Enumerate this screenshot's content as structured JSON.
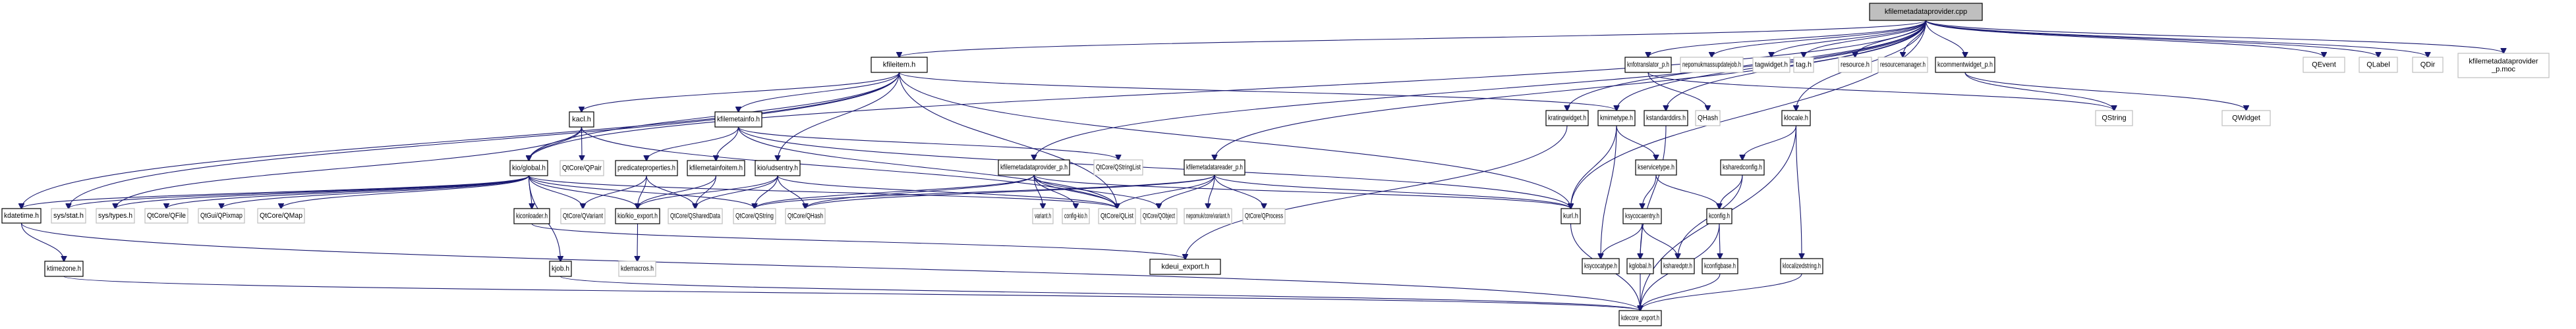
{
  "title": "kfilemetadataprovider.cpp include dependency graph",
  "colors": {
    "edge": "#191970",
    "root_fill": "#bfbfbf",
    "documented_border": "#000000",
    "external_border": "#bfbfbf"
  },
  "nodes": [
    {
      "id": "root",
      "label": "kfilemetadataprovider.cpp",
      "kind": "root"
    },
    {
      "id": "kfileitem",
      "label": "kfileitem.h",
      "kind": "doc"
    },
    {
      "id": "knfotranslator",
      "label": "knfotranslator_p.h",
      "kind": "doc"
    },
    {
      "id": "nepomukmassupdatejob",
      "label": "nepomukmassupdatejob.h",
      "kind": "ext"
    },
    {
      "id": "tagwidget",
      "label": "tagwidget.h",
      "kind": "ext"
    },
    {
      "id": "tag",
      "label": "tag.h",
      "kind": "ext"
    },
    {
      "id": "resource",
      "label": "resource.h",
      "kind": "ext"
    },
    {
      "id": "resourcemanager",
      "label": "resourcemanager.h",
      "kind": "ext"
    },
    {
      "id": "kcommentwidget",
      "label": "kcommentwidget_p.h",
      "kind": "doc"
    },
    {
      "id": "QEvent",
      "label": "QEvent",
      "kind": "ext"
    },
    {
      "id": "QLabel",
      "label": "QLabel",
      "kind": "ext"
    },
    {
      "id": "QDir",
      "label": "QDir",
      "kind": "ext"
    },
    {
      "id": "moc",
      "label": "kfilemetadataprovider\n_p.moc",
      "kind": "ext"
    },
    {
      "id": "kacl",
      "label": "kacl.h",
      "kind": "doc"
    },
    {
      "id": "kfilemetainfo",
      "label": "kfilemetainfo.h",
      "kind": "doc"
    },
    {
      "id": "kratingwidget",
      "label": "kratingwidget.h",
      "kind": "doc"
    },
    {
      "id": "kmimetype",
      "label": "kmimetype.h",
      "kind": "doc"
    },
    {
      "id": "kstandarddirs",
      "label": "kstandarddirs.h",
      "kind": "doc"
    },
    {
      "id": "QHash",
      "label": "QHash",
      "kind": "ext"
    },
    {
      "id": "klocale",
      "label": "klocale.h",
      "kind": "doc"
    },
    {
      "id": "QString",
      "label": "QString",
      "kind": "ext"
    },
    {
      "id": "QWidget",
      "label": "QWidget",
      "kind": "ext"
    },
    {
      "id": "kioglobal",
      "label": "kio/global.h",
      "kind": "doc"
    },
    {
      "id": "QPair",
      "label": "QtCore/QPair",
      "kind": "ext"
    },
    {
      "id": "predicateproperties",
      "label": "predicateproperties.h",
      "kind": "doc"
    },
    {
      "id": "kfilemetainfoitem",
      "label": "kfilemetainfoitem.h",
      "kind": "doc"
    },
    {
      "id": "udsentry",
      "label": "kio/udsentry.h",
      "kind": "doc"
    },
    {
      "id": "kfmdp_p",
      "label": "kfilemetadataprovider_p.h",
      "kind": "doc"
    },
    {
      "id": "QStringList",
      "label": "QtCore/QStringList",
      "kind": "ext"
    },
    {
      "id": "kfmdr_p",
      "label": "kfilemetadatareader_p.h",
      "kind": "doc"
    },
    {
      "id": "kservicetype",
      "label": "kservicetype.h",
      "kind": "doc"
    },
    {
      "id": "ksharedconfig",
      "label": "ksharedconfig.h",
      "kind": "doc"
    },
    {
      "id": "kdatetime",
      "label": "kdatetime.h",
      "kind": "doc"
    },
    {
      "id": "sysstat",
      "label": "sys/stat.h",
      "kind": "ext"
    },
    {
      "id": "systypes",
      "label": "sys/types.h",
      "kind": "ext"
    },
    {
      "id": "QFile",
      "label": "QtCore/QFile",
      "kind": "ext"
    },
    {
      "id": "QPixmap",
      "label": "QtGui/QPixmap",
      "kind": "ext"
    },
    {
      "id": "QMap",
      "label": "QtCore/QMap",
      "kind": "ext"
    },
    {
      "id": "kiconloader",
      "label": "kiconloader.h",
      "kind": "doc"
    },
    {
      "id": "QVariant",
      "label": "QtCore/QVariant",
      "kind": "ext"
    },
    {
      "id": "kio_export",
      "label": "kio/kio_export.h",
      "kind": "doc"
    },
    {
      "id": "QSharedData",
      "label": "QtCore/QSharedData",
      "kind": "ext"
    },
    {
      "id": "QtQString",
      "label": "QtCore/QString",
      "kind": "ext"
    },
    {
      "id": "QtQHash",
      "label": "QtCore/QHash",
      "kind": "ext"
    },
    {
      "id": "varianth",
      "label": "variant.h",
      "kind": "ext"
    },
    {
      "id": "configkio",
      "label": "config-kio.h",
      "kind": "ext"
    },
    {
      "id": "QList",
      "label": "QtCore/QList",
      "kind": "ext"
    },
    {
      "id": "QObject",
      "label": "QtCore/QObject",
      "kind": "ext"
    },
    {
      "id": "nepomukvariant",
      "label": "nepomuk/core/variant.h",
      "kind": "ext"
    },
    {
      "id": "QProcess",
      "label": "QtCore/QProcess",
      "kind": "ext"
    },
    {
      "id": "kurl",
      "label": "kurl.h",
      "kind": "doc"
    },
    {
      "id": "ksycocaentry",
      "label": "ksycocaentry.h",
      "kind": "doc"
    },
    {
      "id": "kconfig",
      "label": "kconfig.h",
      "kind": "doc"
    },
    {
      "id": "ktimezone",
      "label": "ktimezone.h",
      "kind": "doc"
    },
    {
      "id": "kjob",
      "label": "kjob.h",
      "kind": "doc"
    },
    {
      "id": "kdemacros",
      "label": "kdemacros.h",
      "kind": "ext"
    },
    {
      "id": "kdeui_export",
      "label": "kdeui_export.h",
      "kind": "doc"
    },
    {
      "id": "ksycocatype",
      "label": "ksycocatype.h",
      "kind": "doc"
    },
    {
      "id": "kglobal",
      "label": "kglobal.h",
      "kind": "doc"
    },
    {
      "id": "ksharedptr",
      "label": "ksharedptr.h",
      "kind": "doc"
    },
    {
      "id": "kconfigbase",
      "label": "kconfigbase.h",
      "kind": "doc"
    },
    {
      "id": "klocalizedstring",
      "label": "klocalizedstring.h",
      "kind": "doc"
    },
    {
      "id": "kdecore_export",
      "label": "kdecore_export.h",
      "kind": "doc"
    }
  ],
  "edges": [
    [
      "root",
      "kfileitem"
    ],
    [
      "root",
      "knfotranslator"
    ],
    [
      "root",
      "nepomukmassupdatejob"
    ],
    [
      "root",
      "tagwidget"
    ],
    [
      "root",
      "tag"
    ],
    [
      "root",
      "resource"
    ],
    [
      "root",
      "resourcemanager"
    ],
    [
      "root",
      "kcommentwidget"
    ],
    [
      "root",
      "QEvent"
    ],
    [
      "root",
      "QLabel"
    ],
    [
      "root",
      "QDir"
    ],
    [
      "root",
      "moc"
    ],
    [
      "root",
      "kfmdp_p"
    ],
    [
      "root",
      "kfmdr_p"
    ],
    [
      "root",
      "kratingwidget"
    ],
    [
      "root",
      "kstandarddirs"
    ],
    [
      "root",
      "klocale"
    ],
    [
      "root",
      "kurl"
    ],
    [
      "root",
      "kmimetype"
    ],
    [
      "root",
      "kioglobal"
    ],
    [
      "kfileitem",
      "kacl"
    ],
    [
      "kfileitem",
      "kfilemetainfo"
    ],
    [
      "kfileitem",
      "kioglobal"
    ],
    [
      "kfileitem",
      "udsentry"
    ],
    [
      "kfileitem",
      "kmimetype"
    ],
    [
      "kfileitem",
      "kurl"
    ],
    [
      "kfileitem",
      "kdatetime"
    ],
    [
      "kfileitem",
      "QList"
    ],
    [
      "kfileitem",
      "sysstat"
    ],
    [
      "knfotranslator",
      "QHash"
    ],
    [
      "knfotranslator",
      "QString"
    ],
    [
      "kcommentwidget",
      "QString"
    ],
    [
      "kcommentwidget",
      "QWidget"
    ],
    [
      "kacl",
      "kioglobal"
    ],
    [
      "kacl",
      "QPair"
    ],
    [
      "kacl",
      "QList"
    ],
    [
      "kacl",
      "systypes"
    ],
    [
      "kfilemetainfo",
      "predicateproperties"
    ],
    [
      "kfilemetainfo",
      "kfilemetainfoitem"
    ],
    [
      "kfilemetainfo",
      "QList"
    ],
    [
      "kfilemetainfo",
      "QStringList"
    ],
    [
      "kfilemetainfo",
      "kurl"
    ],
    [
      "kioglobal",
      "kdatetime"
    ],
    [
      "kioglobal",
      "sysstat"
    ],
    [
      "kioglobal",
      "systypes"
    ],
    [
      "kioglobal",
      "QFile"
    ],
    [
      "kioglobal",
      "QPixmap"
    ],
    [
      "kioglobal",
      "QMap"
    ],
    [
      "kioglobal",
      "kiconloader"
    ],
    [
      "kioglobal",
      "QVariant"
    ],
    [
      "kioglobal",
      "kio_export"
    ],
    [
      "kioglobal",
      "QtQString"
    ],
    [
      "kioglobal",
      "QList"
    ],
    [
      "kioglobal",
      "kjob"
    ],
    [
      "predicateproperties",
      "kio_export"
    ],
    [
      "predicateproperties",
      "QSharedData"
    ],
    [
      "predicateproperties",
      "QVariant"
    ],
    [
      "kfilemetainfoitem",
      "kio_export"
    ],
    [
      "kfilemetainfoitem",
      "QSharedData"
    ],
    [
      "udsentry",
      "kio_export"
    ],
    [
      "udsentry",
      "QtQString"
    ],
    [
      "udsentry",
      "QSharedData"
    ],
    [
      "udsentry",
      "QtQHash"
    ],
    [
      "udsentry",
      "QList"
    ],
    [
      "kfmdp_p",
      "QtQHash"
    ],
    [
      "kfmdp_p",
      "varianth"
    ],
    [
      "kfmdp_p",
      "configkio"
    ],
    [
      "kfmdp_p",
      "QList"
    ],
    [
      "kfmdp_p",
      "QObject"
    ],
    [
      "kfmdp_p",
      "kurl"
    ],
    [
      "kfmdp_p",
      "QtQString"
    ],
    [
      "kfmdr_p",
      "QtQHash"
    ],
    [
      "kfmdr_p",
      "QList"
    ],
    [
      "kfmdr_p",
      "QObject"
    ],
    [
      "kfmdr_p",
      "nepomukvariant"
    ],
    [
      "kfmdr_p",
      "QProcess"
    ],
    [
      "kfmdr_p",
      "kurl"
    ],
    [
      "kfmdr_p",
      "QtQString"
    ],
    [
      "kratingwidget",
      "kdeui_export"
    ],
    [
      "kmimetype",
      "kservicetype"
    ],
    [
      "kmimetype",
      "kurl"
    ],
    [
      "kmimetype",
      "ksycocatype"
    ],
    [
      "kstandarddirs",
      "kglobal"
    ],
    [
      "klocale",
      "ksharedconfig"
    ],
    [
      "klocale",
      "klocalizedstring"
    ],
    [
      "klocale",
      "kdecore_export"
    ],
    [
      "kservicetype",
      "ksycocaentry"
    ],
    [
      "kservicetype",
      "kconfig"
    ],
    [
      "ksharedconfig",
      "kconfig"
    ],
    [
      "ksharedconfig",
      "ksharedptr"
    ],
    [
      "ksycocaentry",
      "ksycocatype"
    ],
    [
      "ksycocaentry",
      "kglobal"
    ],
    [
      "ksycocaentry",
      "ksharedptr"
    ],
    [
      "kconfig",
      "kconfigbase"
    ],
    [
      "kconfig",
      "kdecore_export"
    ],
    [
      "kconfigbase",
      "kdecore_export"
    ],
    [
      "kglobal",
      "kdecore_export"
    ],
    [
      "klocalizedstring",
      "kdecore_export"
    ],
    [
      "kurl",
      "kdecore_export"
    ],
    [
      "kdatetime",
      "ktimezone"
    ],
    [
      "kdatetime",
      "kdecore_export"
    ],
    [
      "ktimezone",
      "kdecore_export"
    ],
    [
      "kjob",
      "kdecore_export"
    ],
    [
      "kiconloader",
      "kdeui_export"
    ],
    [
      "kio_export",
      "kdemacros"
    ]
  ]
}
